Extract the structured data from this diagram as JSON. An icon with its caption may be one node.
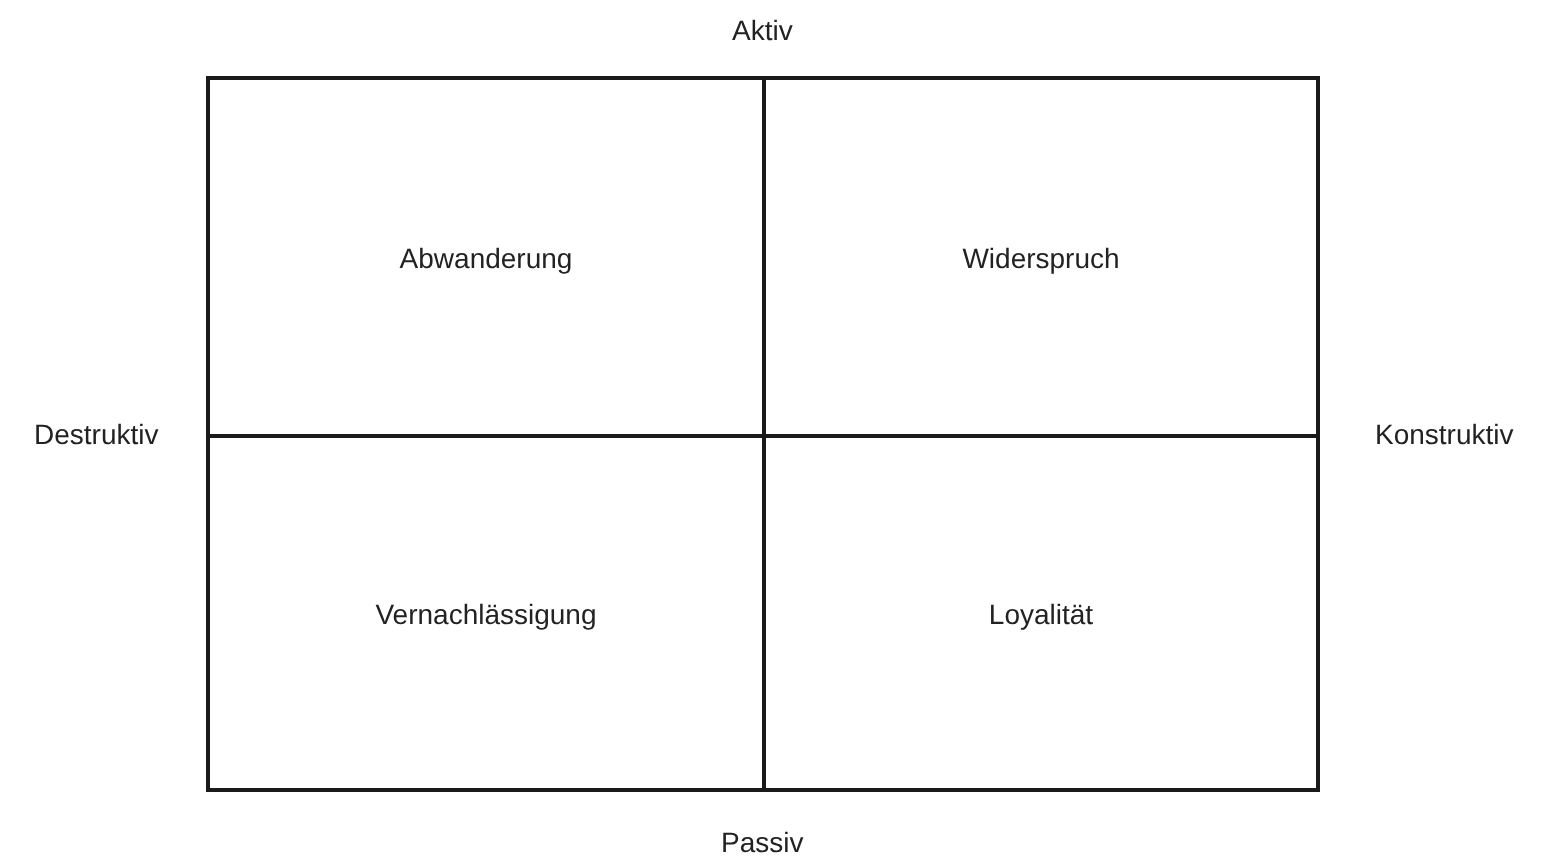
{
  "diagram": {
    "nodes": [
      {
        "text": [
          "Abwanderung"
        ]
      },
      {
        "text": [
          "Widerspruch"
        ]
      },
      {
        "text": [
          "Vernachlässigung"
        ]
      },
      {
        "text": [
          "Loyalität"
        ]
      }
    ],
    "labels": [
      "Aktiv",
      "Destruktiv",
      "Konstruktiv",
      "Passiv"
    ]
  }
}
